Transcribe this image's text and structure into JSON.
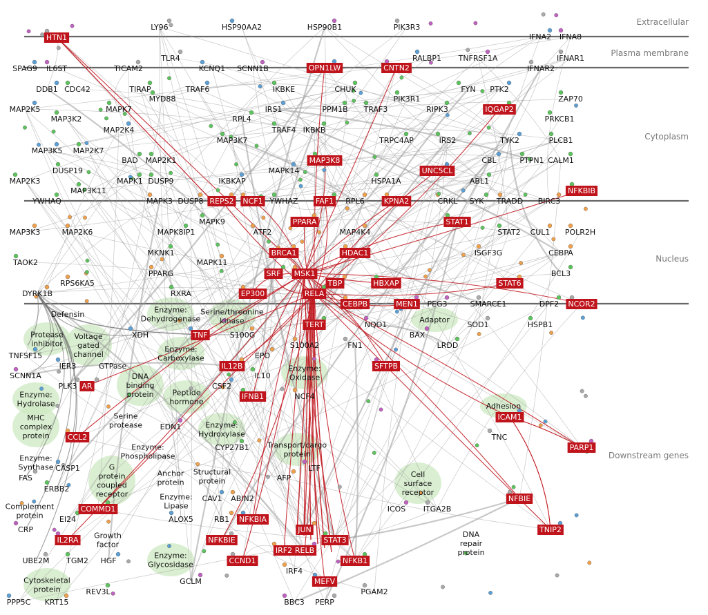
{
  "layers": [
    "Extracellular",
    "Plasma membrane",
    "Cytoplasm",
    "Nucleus",
    "Downstream genes"
  ],
  "colors": {
    "highlight": "#c0141c",
    "divider": "#666666",
    "edge": "#9a9a9a",
    "dot_green": "#5cc45c",
    "dot_blue": "#5a9fd6",
    "dot_orange": "#f0a04a",
    "dot_purple": "#c060c0",
    "dot_gray": "#aaaaaa",
    "group_fill": "#cdeac2"
  },
  "genes": [
    "LY96",
    "HSP90AA2",
    "HSP90B1",
    "PIK3R3",
    "IFNA2",
    "IFNA8",
    "TLR4",
    "RALBP1",
    "TNFRSF1A",
    "IFNAR1",
    "SPAG9",
    "IL6ST",
    "TICAM2",
    "KCNQ1",
    "SCNN1B",
    "IFNAR2",
    "DDB1",
    "CDC42",
    "TIRAP",
    "MYD88",
    "TRAF6",
    "IKBKE",
    "CHUK",
    "FYN",
    "PTK2",
    "PIK3R1",
    "RIPK3",
    "ZAP70",
    "MAP2K5",
    "MAPK7",
    "PPM1B",
    "TRAF3",
    "IRS1",
    "MAP3K2",
    "RPL4",
    "PRKCB1",
    "MAP2K4",
    "TRAF4",
    "IKBKB",
    "MAP3K7",
    "MAP3K5",
    "MAP2K7",
    "TRPC4AP",
    "IRS2",
    "TYK2",
    "PLCB1",
    "BAD",
    "MAP2K1",
    "CBL",
    "PTPN1",
    "CALM1",
    "DUSP19",
    "MAPK14",
    "MAP2K3",
    "MAPK1",
    "DUSP9",
    "IKBKAP",
    "HSPA1A",
    "ABL1",
    "MAP3K11",
    "YWHAQ",
    "MAPK3",
    "DUSP8",
    "YWHAZ",
    "RPL6",
    "CRKL",
    "SYK",
    "TRADD",
    "BIRC3",
    "MAPK9",
    "MAP3K3",
    "MAP2K6",
    "MAPK8IP1",
    "ATF2",
    "MAP4K4",
    "STAT2",
    "CUL1",
    "POLR2H",
    "MKNK1",
    "ISGF3G",
    "CEBPA",
    "TAOK2",
    "MAPK11",
    "PPARG",
    "BCL3",
    "RPS6KA5",
    "DYRK1B",
    "RXRA",
    "PEG3",
    "SMARCE1",
    "DPF2",
    "XDH",
    "S100G",
    "NQO1",
    "SOD1",
    "HSPB1",
    "TNFSF15",
    "S100A2",
    "BAX",
    "FN1",
    "LRDD",
    "IER3",
    "EPO",
    "SCNN1A",
    "PLK3",
    "IL10",
    "CSF2",
    "NCF4",
    "EDN1",
    "TNC",
    "CYP27B1",
    "CASP1",
    "AFP",
    "LTF",
    "FAS",
    "ERBB2",
    "CAV1",
    "ABIN2",
    "ICOS",
    "ITGA2B",
    "EI24",
    "ALOX5",
    "RB1",
    "CRP",
    "UBE2M",
    "TGM2",
    "HGF",
    "IRF4",
    "GCLM",
    "PGAM2",
    "REV3L",
    "PPP5C",
    "KRT15",
    "BBC3",
    "PERP"
  ],
  "highlighted": [
    "HTN1",
    "OPN1LW",
    "CNTN2",
    "IQGAP2",
    "MAP3K8",
    "UNC5CL",
    "NFKBIB",
    "REPS2",
    "NCF1",
    "FAF1",
    "KPNA2",
    "PPARA",
    "STAT1",
    "BRCA1",
    "HDAC1",
    "SRF",
    "MSK1",
    "TBP",
    "HBXAP",
    "STAT6",
    "EP300",
    "RELA",
    "CEBPB",
    "MEN1",
    "NCOR2",
    "TERT",
    "TNF",
    "IL12B",
    "SFTPB",
    "AR",
    "IFNB1",
    "ICAM1",
    "CCL2",
    "PARP1",
    "NFBIE",
    "COMMD1",
    "NFKBIA",
    "JUN",
    "IL2RA",
    "NFKBIE",
    "STAT3",
    "TNIP2",
    "IRF2",
    "RELB",
    "CCND1",
    "NFKB1",
    "MEFV"
  ],
  "groups": [
    "Defensin",
    "Protease\ninhibitor",
    "Voltage\ngated\nchannel",
    "Enzyme:\nDehydrogenase",
    "Serine/threonine\nkinase",
    "Adaptor",
    "Enzyme:\nCarboxylase",
    "GTPase",
    "DNA\nbinding\nprotein",
    "Enzyme:\nHydrolase",
    "Enzyme:\nOxidase",
    "Peptide\nhormone",
    "MHC\ncomplex\nprotein",
    "Serine\nprotease",
    "Enzyme:\nHydroxylase",
    "Adhesion",
    "Enzyme:\nPhospholipase",
    "Transport/cargo\nprotein",
    "Enzyme:\nSynthase",
    "G\nprotein\ncoupled\nreceptor",
    "Anchor\nprotein",
    "Structural\nprotein",
    "Cell\nsurface\nreceptor",
    "Complement\nprotein",
    "Enzyme:\nLipase",
    "DNA\nrepair\nprotein",
    "Growth\nfactor",
    "Enzyme:\nGlycosidase",
    "Cytoskeletal\nprotein"
  ]
}
